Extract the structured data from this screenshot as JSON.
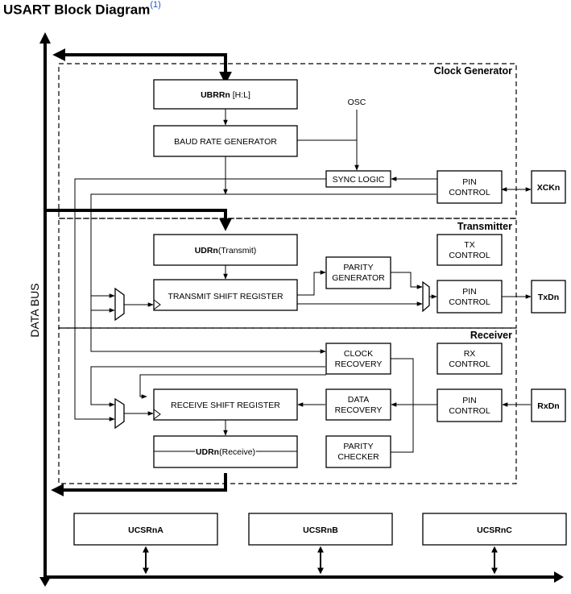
{
  "title": "USART Block Diagram",
  "title_note": "(1)",
  "sections": {
    "clock_generator": "Clock Generator",
    "transmitter": "Transmitter",
    "receiver": "Receiver"
  },
  "bus_label": "DATA BUS",
  "blocks": {
    "ubrr": {
      "prefix": "UBRRn",
      "suffix": " [H:L]"
    },
    "baud": "BAUD RATE GENERATOR",
    "osc": "OSC",
    "sync": "SYNC LOGIC",
    "pin_ctrl_clk": [
      "PIN",
      "CONTROL"
    ],
    "xck": "XCKn",
    "udr_tx": {
      "prefix": "UDRn",
      "suffix": "(Transmit)"
    },
    "tx_ctrl": [
      "TX",
      "CONTROL"
    ],
    "parity_gen": [
      "PARITY",
      "GENERATOR"
    ],
    "tx_shift": "TRANSMIT SHIFT REGISTER",
    "pin_ctrl_tx": [
      "PIN",
      "CONTROL"
    ],
    "txd": "TxDn",
    "clock_recovery": [
      "CLOCK",
      "RECOVERY"
    ],
    "rx_ctrl": [
      "RX",
      "CONTROL"
    ],
    "rx_shift": "RECEIVE SHIFT REGISTER",
    "data_recovery": [
      "DATA",
      "RECOVERY"
    ],
    "pin_ctrl_rx": [
      "PIN",
      "CONTROL"
    ],
    "rxd": "RxDn",
    "udr_rx": {
      "prefix": "UDRn",
      "suffix": "(Receive)"
    },
    "parity_chk": [
      "PARITY",
      "CHECKER"
    ],
    "ucsra": "UCSRnA",
    "ucsrb": "UCSRnB",
    "ucsrc": "UCSRnC"
  }
}
